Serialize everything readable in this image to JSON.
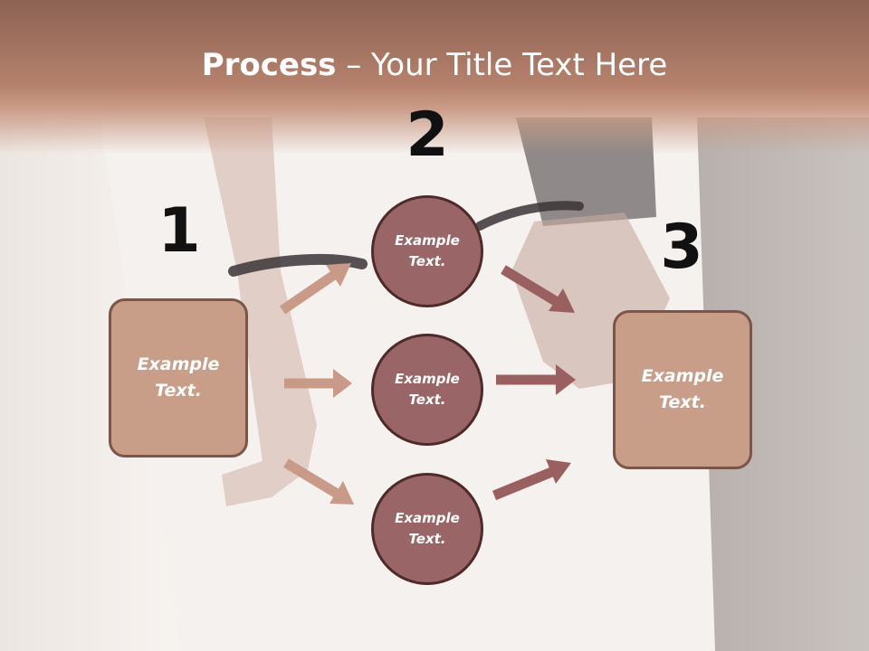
{
  "slide": {
    "title_bold": "Process",
    "title_rest": " – Your Title Text Here"
  },
  "steps": {
    "step1_number": "1",
    "step2_number": "2",
    "step3_number": "3"
  },
  "boxes": {
    "left": {
      "line1": "Example",
      "line2": "Text."
    },
    "right": {
      "line1": "Example",
      "line2": "Text."
    }
  },
  "circles": [
    {
      "line1": "Example",
      "line2": "Text."
    },
    {
      "line1": "Example",
      "line2": "Text."
    },
    {
      "line1": "Example",
      "line2": "Text."
    }
  ],
  "colors": {
    "title_band": "#b5816c",
    "box_fill": "#c89e88",
    "circle_fill": "#9a6566",
    "arrow_light": "#c99a87",
    "arrow_dark": "#9a5f5f"
  }
}
